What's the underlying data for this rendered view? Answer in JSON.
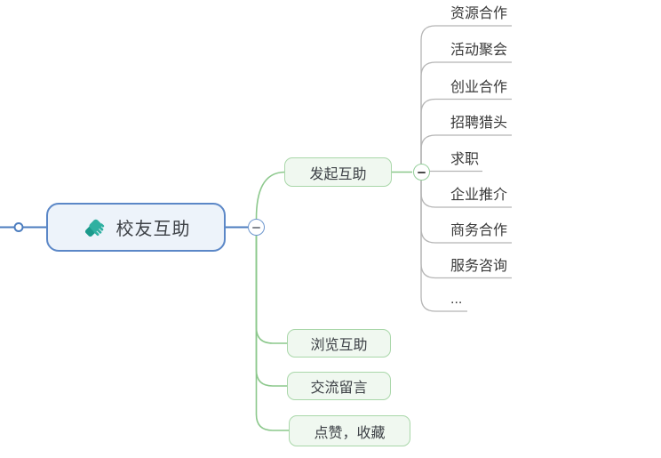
{
  "root": {
    "label": "校友互助",
    "icon": "handshake-icon"
  },
  "branches": [
    {
      "label": "发起互助",
      "collapsed": false,
      "children": [
        "资源合作",
        "活动聚会",
        "创业合作",
        "招聘猎头",
        "求职",
        "企业推介",
        "商务合作",
        "服务咨询",
        "..."
      ]
    },
    {
      "label": "浏览互助"
    },
    {
      "label": "交流留言"
    },
    {
      "label": "点赞，收藏"
    }
  ],
  "icons": {
    "root_collapse": "minus",
    "branch_collapse": "minus"
  },
  "colors": {
    "root_border": "#5b87c7",
    "root_fill": "#edf3fa",
    "root_line": "#4c7dbf",
    "branch_border": "#a9d7a9",
    "branch_fill": "#f0f8f0",
    "branch_line": "#8cc88c",
    "leaf_line": "#b5b5b5",
    "icon_teal_dark": "#1b9a8c",
    "icon_teal_light": "#2fb0a1",
    "text": "#3d4146"
  }
}
